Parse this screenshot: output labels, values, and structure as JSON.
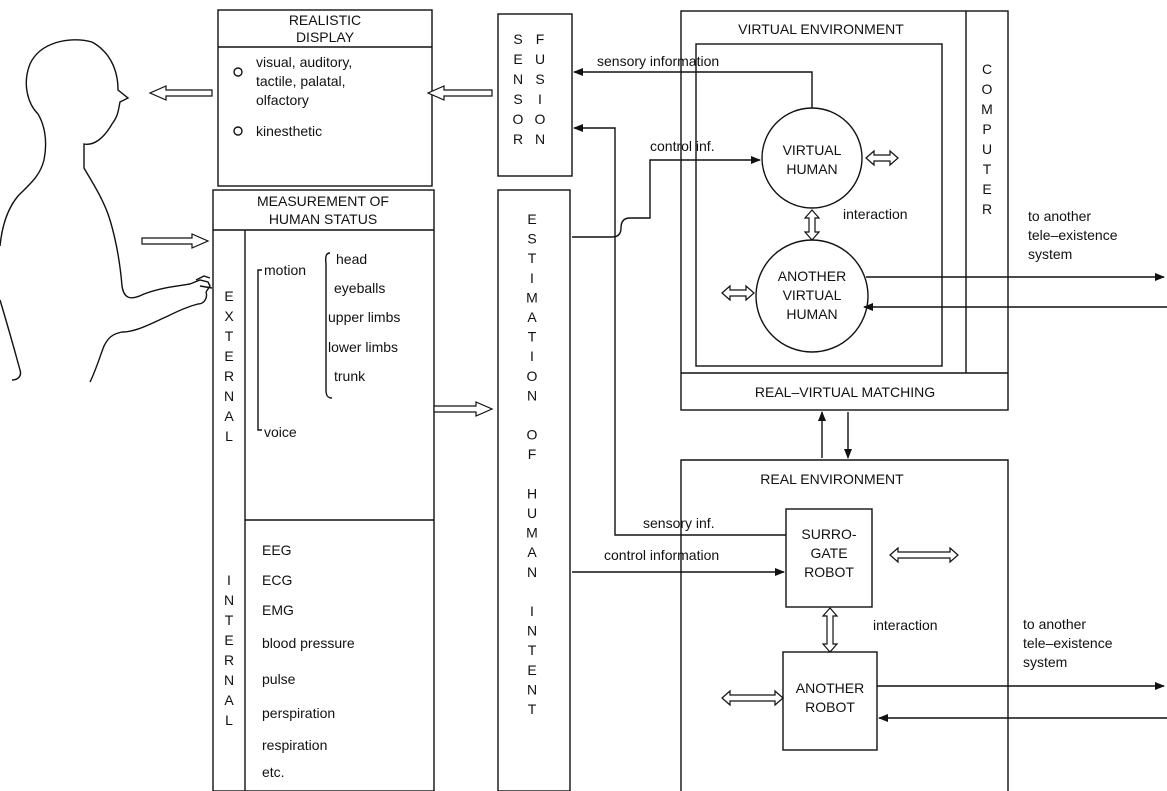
{
  "display_box": {
    "title_line1": "REALISTIC",
    "title_line2": "DISPLAY",
    "item1_line1": "visual, auditory,",
    "item1_line2": "tactile, palatal,",
    "item1_line3": "olfactory",
    "item2": "kinesthetic"
  },
  "sensor_fusion": {
    "col1": [
      "S",
      "E",
      "N",
      "S",
      "O",
      "R"
    ],
    "col2": [
      "F",
      "U",
      "S",
      "I",
      "O",
      "N"
    ]
  },
  "measurement": {
    "title_line1": "MEASUREMENT OF",
    "title_line2": "HUMAN STATUS",
    "external_letters": [
      "E",
      "X",
      "T",
      "E",
      "R",
      "N",
      "A",
      "L"
    ],
    "motion": "motion",
    "motion_items": [
      "head",
      "eyeballs",
      "upper limbs",
      "lower limbs",
      "trunk"
    ],
    "voice": "voice",
    "internal_letters": [
      "I",
      "N",
      "T",
      "E",
      "R",
      "N",
      "A",
      "L"
    ],
    "internal_items": [
      "EEG",
      "ECG",
      "EMG",
      "blood pressure",
      "pulse",
      "perspiration",
      "respiration",
      "etc."
    ]
  },
  "estimation": {
    "letters": [
      "E",
      "S",
      "T",
      "I",
      "M",
      "A",
      "T",
      "I",
      "O",
      "N",
      "",
      "O",
      "F",
      "",
      "H",
      "U",
      "M",
      "A",
      "N",
      "",
      "I",
      "N",
      "T",
      "E",
      "N",
      "T"
    ]
  },
  "virtual_env": {
    "title": "VIRTUAL ENVIRONMENT",
    "computer_letters": [
      "C",
      "O",
      "M",
      "P",
      "U",
      "T",
      "E",
      "R"
    ],
    "virtual_human_line1": "VIRTUAL",
    "virtual_human_line2": "HUMAN",
    "another_line1": "ANOTHER",
    "another_line2": "VIRTUAL",
    "another_line3": "HUMAN",
    "interaction": "interaction",
    "matching": "REAL–VIRTUAL MATCHING"
  },
  "real_env": {
    "title": "REAL ENVIRONMENT",
    "surrogate_line1": "SURRO-",
    "surrogate_line2": "GATE",
    "surrogate_line3": "ROBOT",
    "another_robot_line1": "ANOTHER",
    "another_robot_line2": "ROBOT",
    "interaction": "interaction"
  },
  "labels": {
    "sensory_information": "sensory information",
    "control_inf": "control inf.",
    "sensory_inf": "sensory inf.",
    "control_information": "control information",
    "to_another_1": "to another",
    "tele_1": "tele–existence",
    "system_1": "system",
    "to_another_2": "to another",
    "tele_2": "tele–existence",
    "system_2": "system"
  }
}
